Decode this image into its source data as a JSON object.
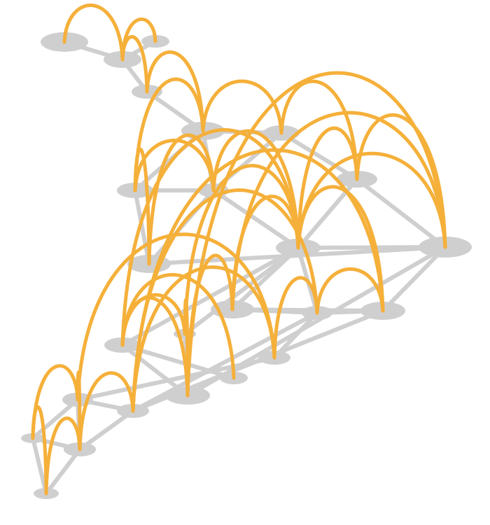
{
  "diagram": {
    "type": "network-graph-with-arcs",
    "colors": {
      "node": "#cfcfcf",
      "edge": "#cfcfcf",
      "arc": "#f5b03a",
      "background": "#ffffff"
    },
    "nodes": [
      {
        "id": "n1"
      },
      {
        "id": "n2"
      },
      {
        "id": "n3"
      },
      {
        "id": "n4"
      },
      {
        "id": "n5"
      },
      {
        "id": "n6"
      },
      {
        "id": "n7"
      },
      {
        "id": "n8"
      },
      {
        "id": "n9"
      },
      {
        "id": "n10"
      },
      {
        "id": "n11"
      },
      {
        "id": "n12"
      },
      {
        "id": "n13"
      },
      {
        "id": "n14"
      },
      {
        "id": "n15"
      },
      {
        "id": "n16"
      },
      {
        "id": "n17"
      },
      {
        "id": "n18"
      },
      {
        "id": "n19"
      },
      {
        "id": "n20"
      },
      {
        "id": "n21"
      },
      {
        "id": "n22"
      },
      {
        "id": "n23"
      },
      {
        "id": "n24"
      },
      {
        "id": "n25"
      },
      {
        "id": "n26"
      }
    ],
    "edges": [
      [
        "n1",
        "n2"
      ],
      [
        "n2",
        "n3"
      ],
      [
        "n2",
        "n4"
      ],
      [
        "n4",
        "n5"
      ],
      [
        "n5",
        "n6"
      ],
      [
        "n5",
        "n7"
      ],
      [
        "n5",
        "n8"
      ],
      [
        "n6",
        "n9"
      ],
      [
        "n6",
        "n8"
      ],
      [
        "n7",
        "n8"
      ],
      [
        "n7",
        "n10"
      ],
      [
        "n8",
        "n10"
      ],
      [
        "n8",
        "n11"
      ],
      [
        "n9",
        "n11"
      ],
      [
        "n9",
        "n12"
      ],
      [
        "n10",
        "n12"
      ],
      [
        "n11",
        "n12"
      ],
      [
        "n11",
        "n13"
      ],
      [
        "n11",
        "n14"
      ],
      [
        "n11",
        "n15"
      ],
      [
        "n12",
        "n16"
      ],
      [
        "n15",
        "n16"
      ],
      [
        "n14",
        "n16"
      ],
      [
        "n14",
        "n17"
      ],
      [
        "n13",
        "n18"
      ],
      [
        "n13",
        "n19"
      ],
      [
        "n12",
        "n18"
      ],
      [
        "n11",
        "n19"
      ],
      [
        "n18",
        "n19"
      ],
      [
        "n18",
        "n22"
      ],
      [
        "n19",
        "n22"
      ],
      [
        "n19",
        "n20"
      ],
      [
        "n20",
        "n21"
      ],
      [
        "n21",
        "n22"
      ],
      [
        "n22",
        "n23"
      ],
      [
        "n21",
        "n24"
      ],
      [
        "n24",
        "n23"
      ],
      [
        "n24",
        "n25"
      ],
      [
        "n25",
        "n26"
      ],
      [
        "n21",
        "n26"
      ],
      [
        "n22",
        "n23"
      ]
    ],
    "arcs": [
      [
        "n1",
        "n2"
      ],
      [
        "n2",
        "n3"
      ],
      [
        "n2",
        "n4"
      ],
      [
        "n4",
        "n5"
      ],
      [
        "n5",
        "n6"
      ],
      [
        "n5",
        "n7"
      ],
      [
        "n6",
        "n9"
      ],
      [
        "n7",
        "n8"
      ],
      [
        "n8",
        "n10"
      ],
      [
        "n7",
        "n10"
      ],
      [
        "n8",
        "n11"
      ],
      [
        "n9",
        "n11"
      ],
      [
        "n9",
        "n12"
      ],
      [
        "n11",
        "n12"
      ],
      [
        "n11",
        "n14"
      ],
      [
        "n11",
        "n15"
      ],
      [
        "n15",
        "n16"
      ],
      [
        "n12",
        "n16"
      ],
      [
        "n14",
        "n17"
      ],
      [
        "n14",
        "n16"
      ],
      [
        "n11",
        "n18"
      ],
      [
        "n11",
        "n13"
      ],
      [
        "n18",
        "n19"
      ],
      [
        "n18",
        "n22"
      ],
      [
        "n19",
        "n22"
      ],
      [
        "n19",
        "n20"
      ],
      [
        "n20",
        "n22"
      ],
      [
        "n22",
        "n23"
      ],
      [
        "n20",
        "n21"
      ],
      [
        "n21",
        "n24"
      ],
      [
        "n21",
        "n26"
      ],
      [
        "n24",
        "n25"
      ],
      [
        "n25",
        "n26"
      ],
      [
        "n12",
        "n13"
      ],
      [
        "n13",
        "n16"
      ],
      [
        "n15",
        "n14"
      ]
    ]
  }
}
